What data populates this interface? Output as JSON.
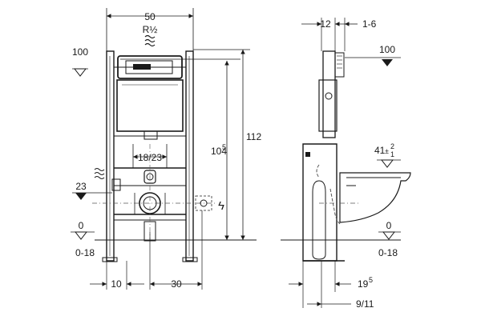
{
  "front_view": {
    "width": "50",
    "supply_thread": "R½",
    "level_top": "100",
    "level_mid": "23",
    "level_floor": "0",
    "floor_range": "0-18",
    "bolt_spacing": "18/23",
    "height_outer": "112",
    "height_inner_main": "104",
    "height_inner_sup": "5",
    "offset_left": "10",
    "offset_right": "30",
    "lightning_glyph": "ϟ"
  },
  "side_view": {
    "dim_top_a": "12",
    "dim_top_b": "1-6",
    "level_top": "100",
    "seat_height_main": "41",
    "seat_height_sup_top": "2",
    "seat_height_sup_bottom": "1",
    "seat_height_pm": "±",
    "level_floor": "0",
    "floor_range": "0-18",
    "dim_bottom_a_main": "19",
    "dim_bottom_a_sup": "5",
    "dim_bottom_b": "9/11"
  },
  "colors": {
    "line": "#1a1a1a",
    "dash": "#555555",
    "background": "#ffffff"
  }
}
